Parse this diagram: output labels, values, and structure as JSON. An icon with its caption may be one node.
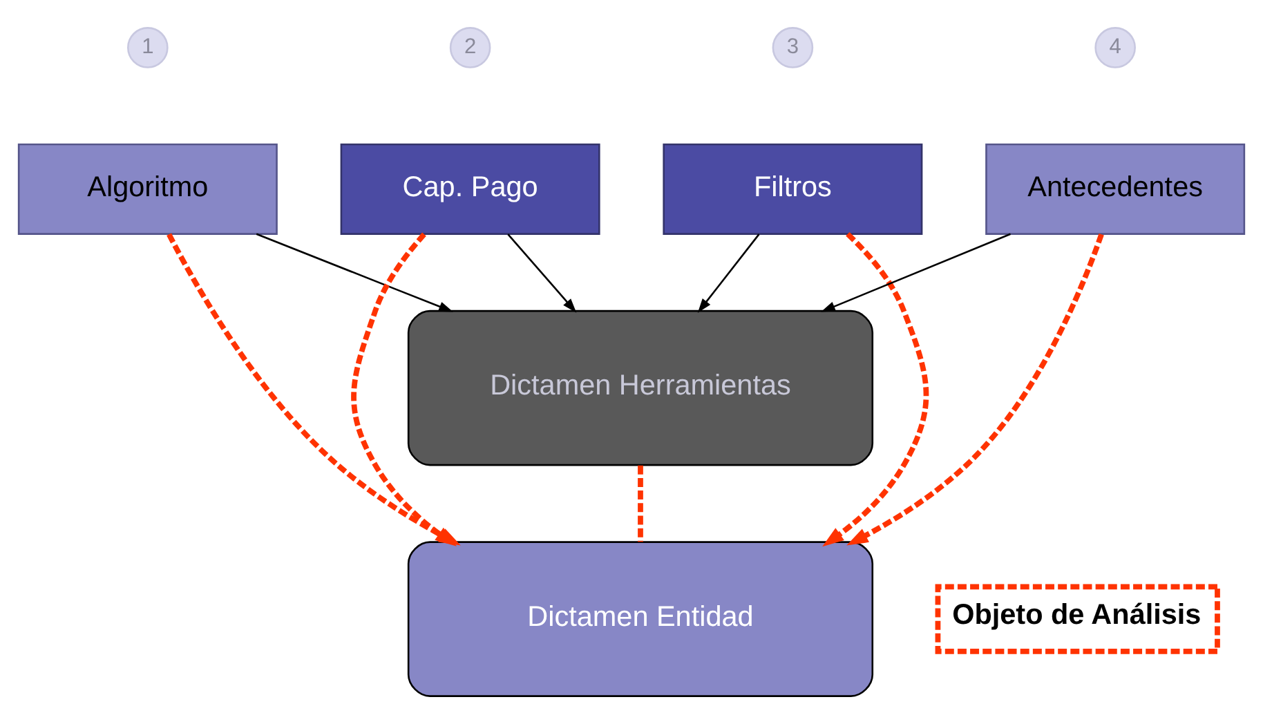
{
  "diagram": {
    "nodes": [
      {
        "text": [
          "1"
        ]
      },
      {
        "text": [
          "2"
        ]
      },
      {
        "text": [
          "3"
        ]
      },
      {
        "text": [
          "4"
        ]
      },
      {
        "text": [
          "Algoritmo"
        ]
      },
      {
        "text": [
          "Cap. Pago"
        ]
      },
      {
        "text": [
          "Filtros"
        ]
      },
      {
        "text": [
          "Antecedentes"
        ]
      },
      {
        "text": [
          "Dictamen Herramientas"
        ]
      },
      {
        "text": [
          "Dictamen Entidad"
        ]
      },
      {
        "text": [
          "Objeto de Análisis"
        ]
      }
    ],
    "edges": [
      {
        "from": 4,
        "to": 8,
        "arrow": "to",
        "color": "#000000"
      },
      {
        "from": 5,
        "to": 8,
        "arrow": "to",
        "color": "#000000"
      },
      {
        "from": 6,
        "to": 8,
        "arrow": "to",
        "color": "#000000"
      },
      {
        "from": 7,
        "to": 8,
        "arrow": "to",
        "color": "#000000"
      },
      {
        "from": 4,
        "to": 9,
        "arrow": "to",
        "style": "dashed",
        "color": "#ff3300"
      },
      {
        "from": 5,
        "to": 9,
        "arrow": "to",
        "style": "dashed",
        "color": "#ff3300"
      },
      {
        "from": 8,
        "to": 9,
        "arrow": "none",
        "style": "dashed",
        "color": "#ff3300"
      },
      {
        "from": 6,
        "to": 9,
        "arrow": "to",
        "style": "dashed",
        "color": "#ff3300"
      },
      {
        "from": 7,
        "to": 9,
        "arrow": "to",
        "style": "dashed",
        "color": "#ff3300"
      }
    ]
  }
}
